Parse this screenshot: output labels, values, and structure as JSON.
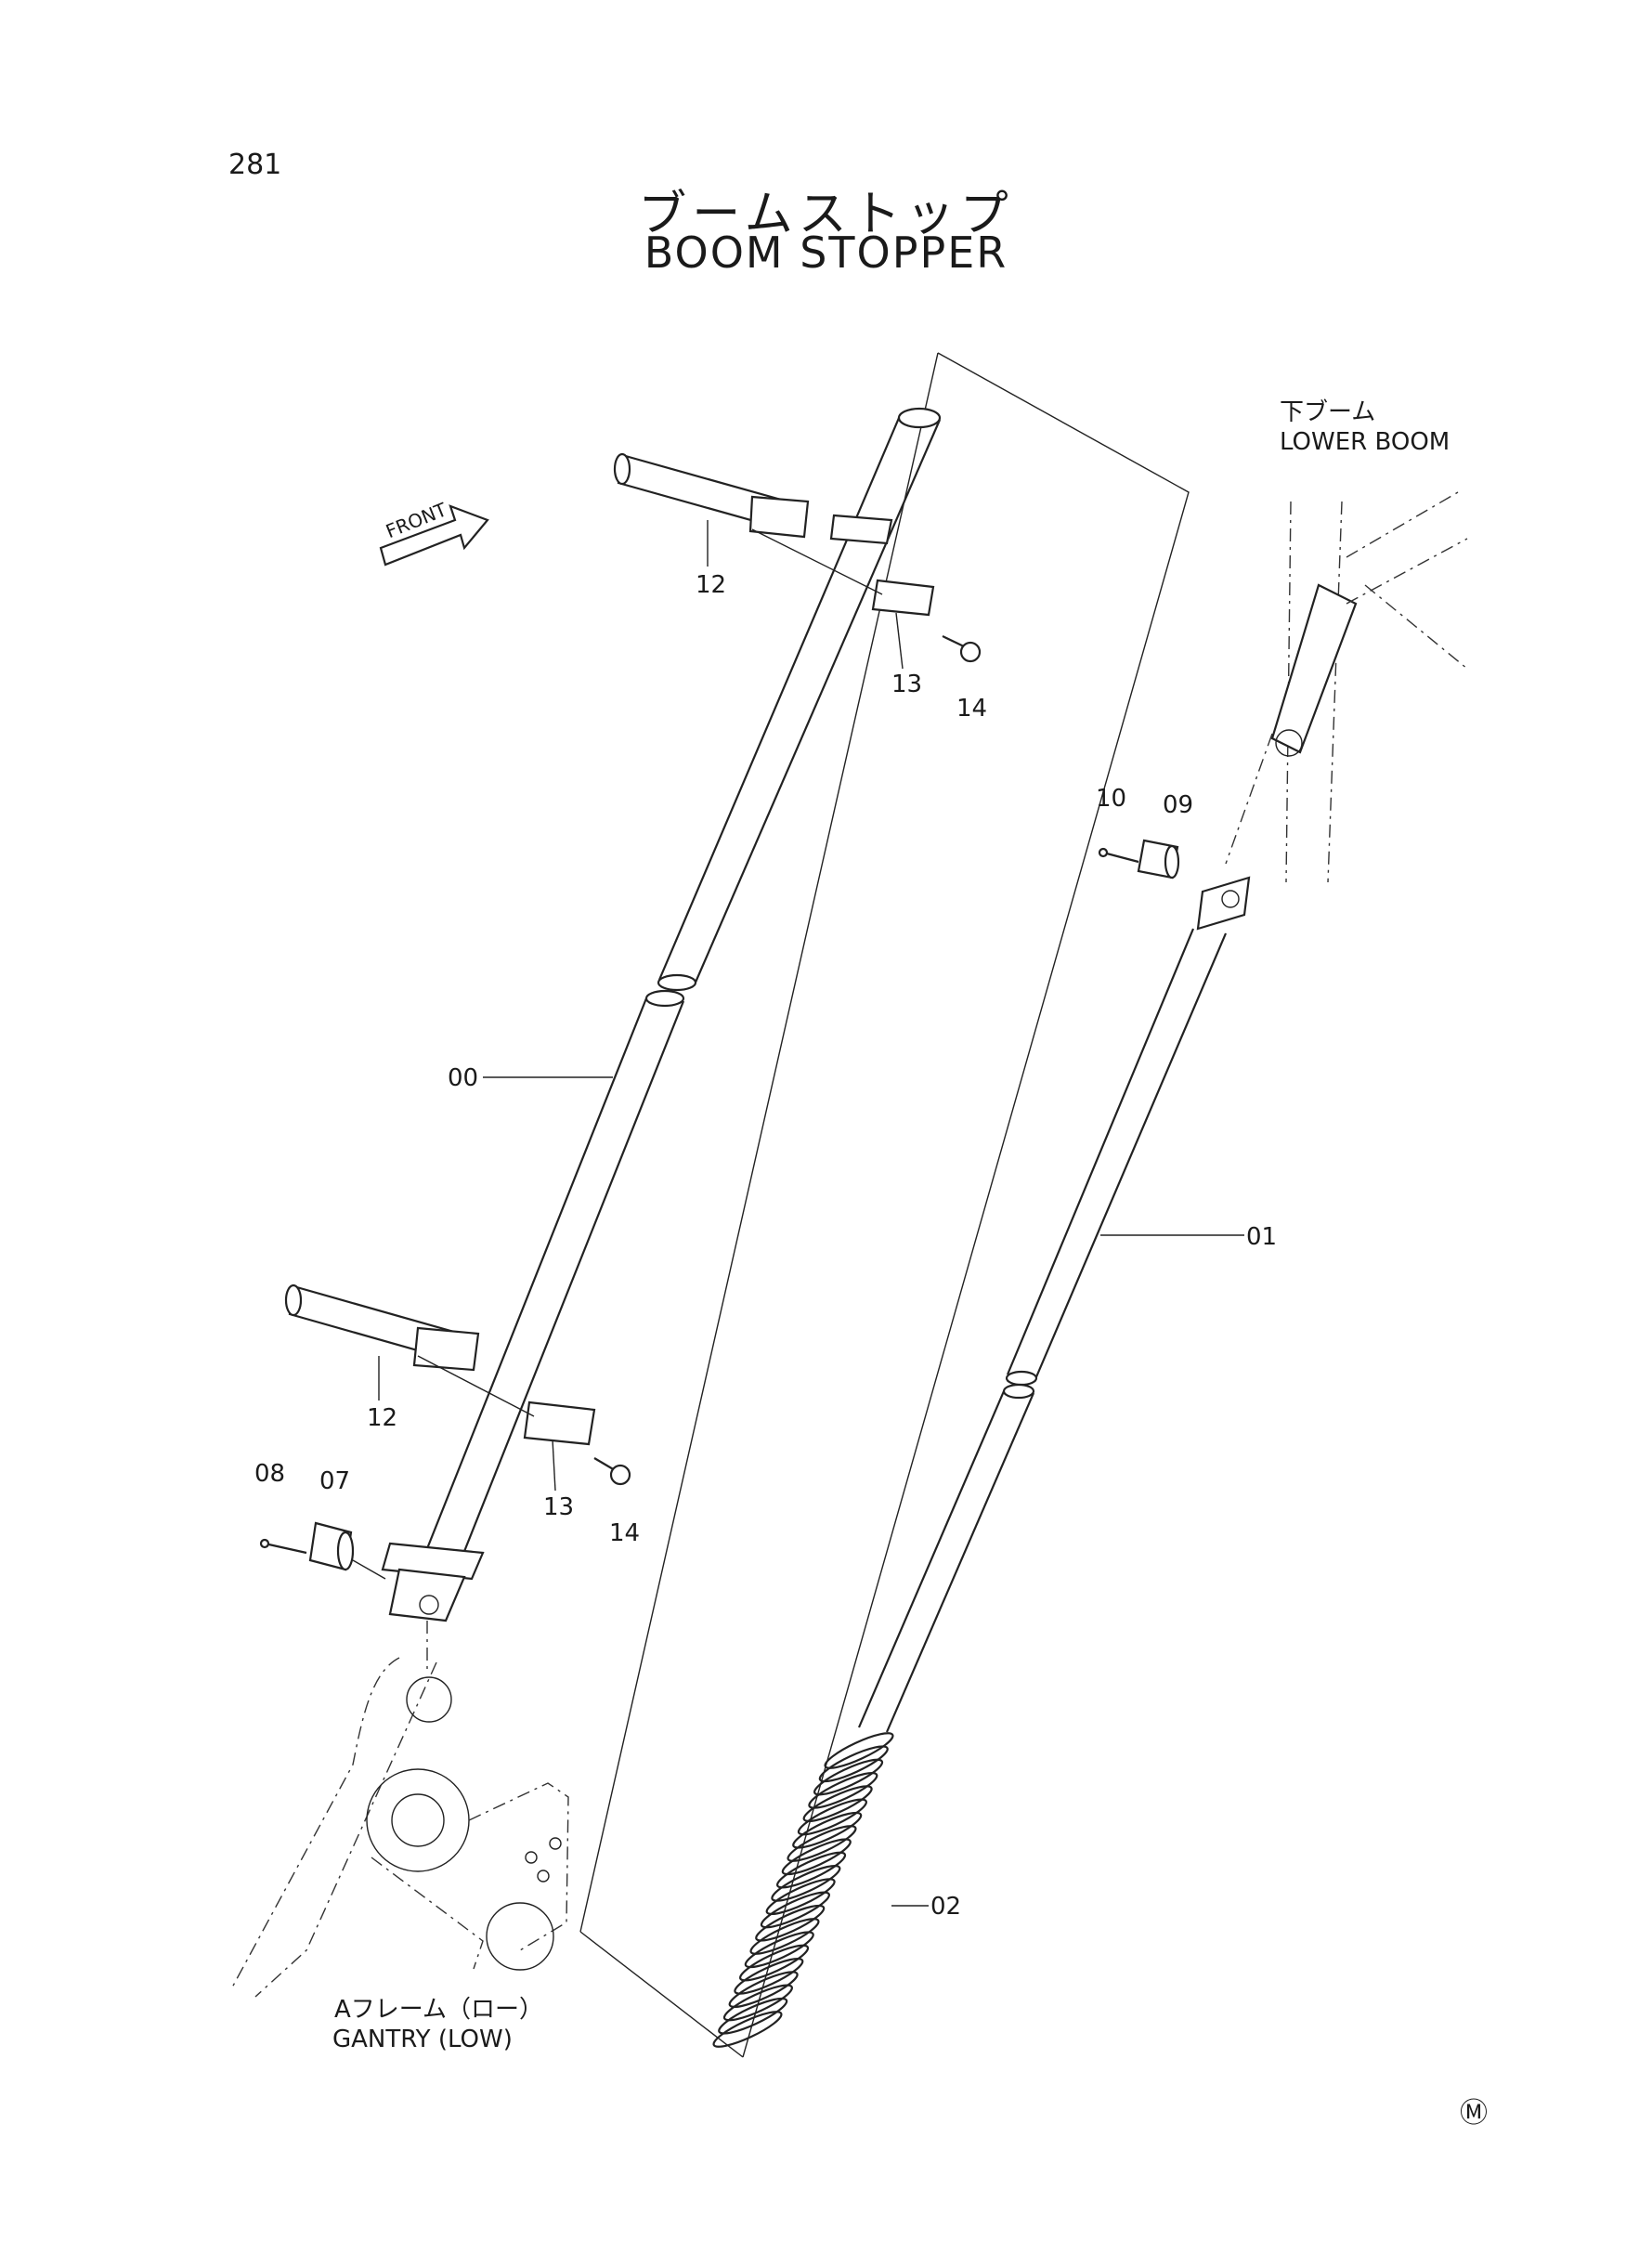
{
  "page_number": "281",
  "title": {
    "jp": "ブームストップ",
    "en": "BOOM STOPPER"
  },
  "front_label": "FRONT",
  "notes": {
    "lower_boom_jp": "下ブーム",
    "lower_boom_en": "LOWER BOOM",
    "gantry_jp": "Aフレーム（ロー）",
    "gantry_en": "GANTRY (LOW)"
  },
  "callouts": {
    "c00": "00",
    "c01": "01",
    "c02": "02",
    "c07": "07",
    "c08": "08",
    "c09": "09",
    "c10": "10",
    "c12a": "12",
    "c13a": "13",
    "c14a": "14",
    "c12b": "12",
    "c13b": "13",
    "c14b": "14"
  },
  "mark": "Ⓜ"
}
